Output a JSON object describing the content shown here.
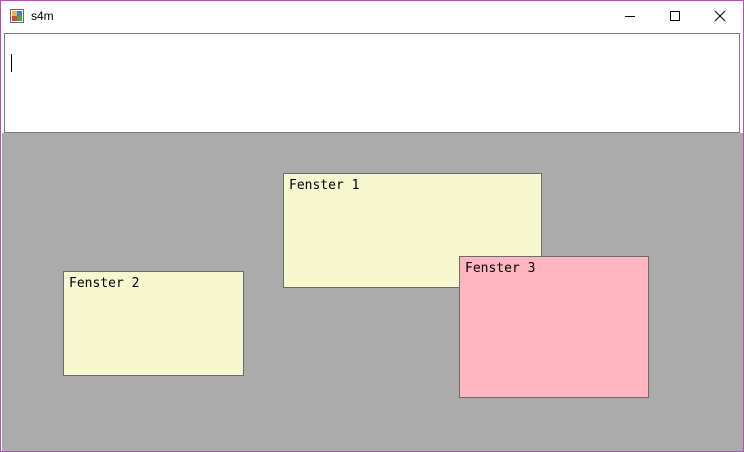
{
  "window": {
    "title": "s4m",
    "app_icon": "windows-forms-app-icon",
    "controls": {
      "minimize_icon": "minimize-icon",
      "maximize_icon": "maximize-icon",
      "close_icon": "close-icon"
    }
  },
  "input": {
    "value": ""
  },
  "canvas": {
    "background": "#ababab",
    "panels": [
      {
        "label": "Fenster 1",
        "color": "#f8f8d0"
      },
      {
        "label": "Fenster 2",
        "color": "#f8f8d0"
      },
      {
        "label": "Fenster 3",
        "color": "#ffb6c1"
      }
    ]
  }
}
